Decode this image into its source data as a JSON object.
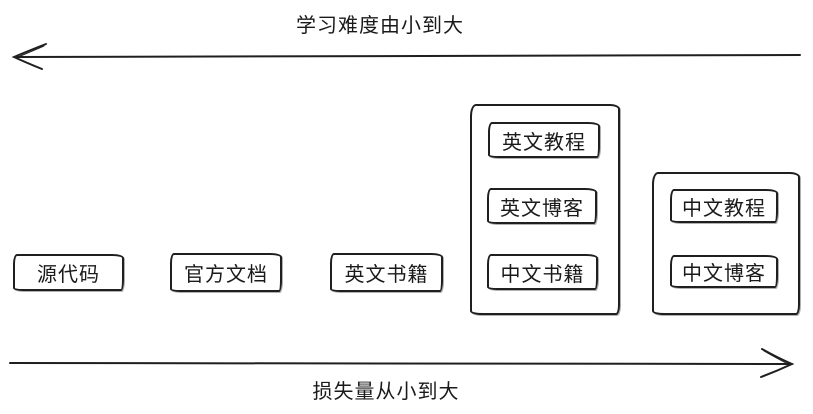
{
  "diagram": {
    "top_axis": {
      "label": "学习难度由小到大",
      "direction": "left"
    },
    "bottom_axis": {
      "label": "损失量从小到大",
      "direction": "right"
    },
    "items": [
      {
        "label": "源代码"
      },
      {
        "label": "官方文档"
      },
      {
        "label": "英文书籍"
      }
    ],
    "groups": [
      {
        "items": [
          "英文教程",
          "英文博客",
          "中文书籍"
        ]
      },
      {
        "items": [
          "中文教程",
          "中文博客"
        ]
      }
    ]
  },
  "colors": {
    "stroke": "#1f1f1f",
    "background": "#ffffff"
  }
}
